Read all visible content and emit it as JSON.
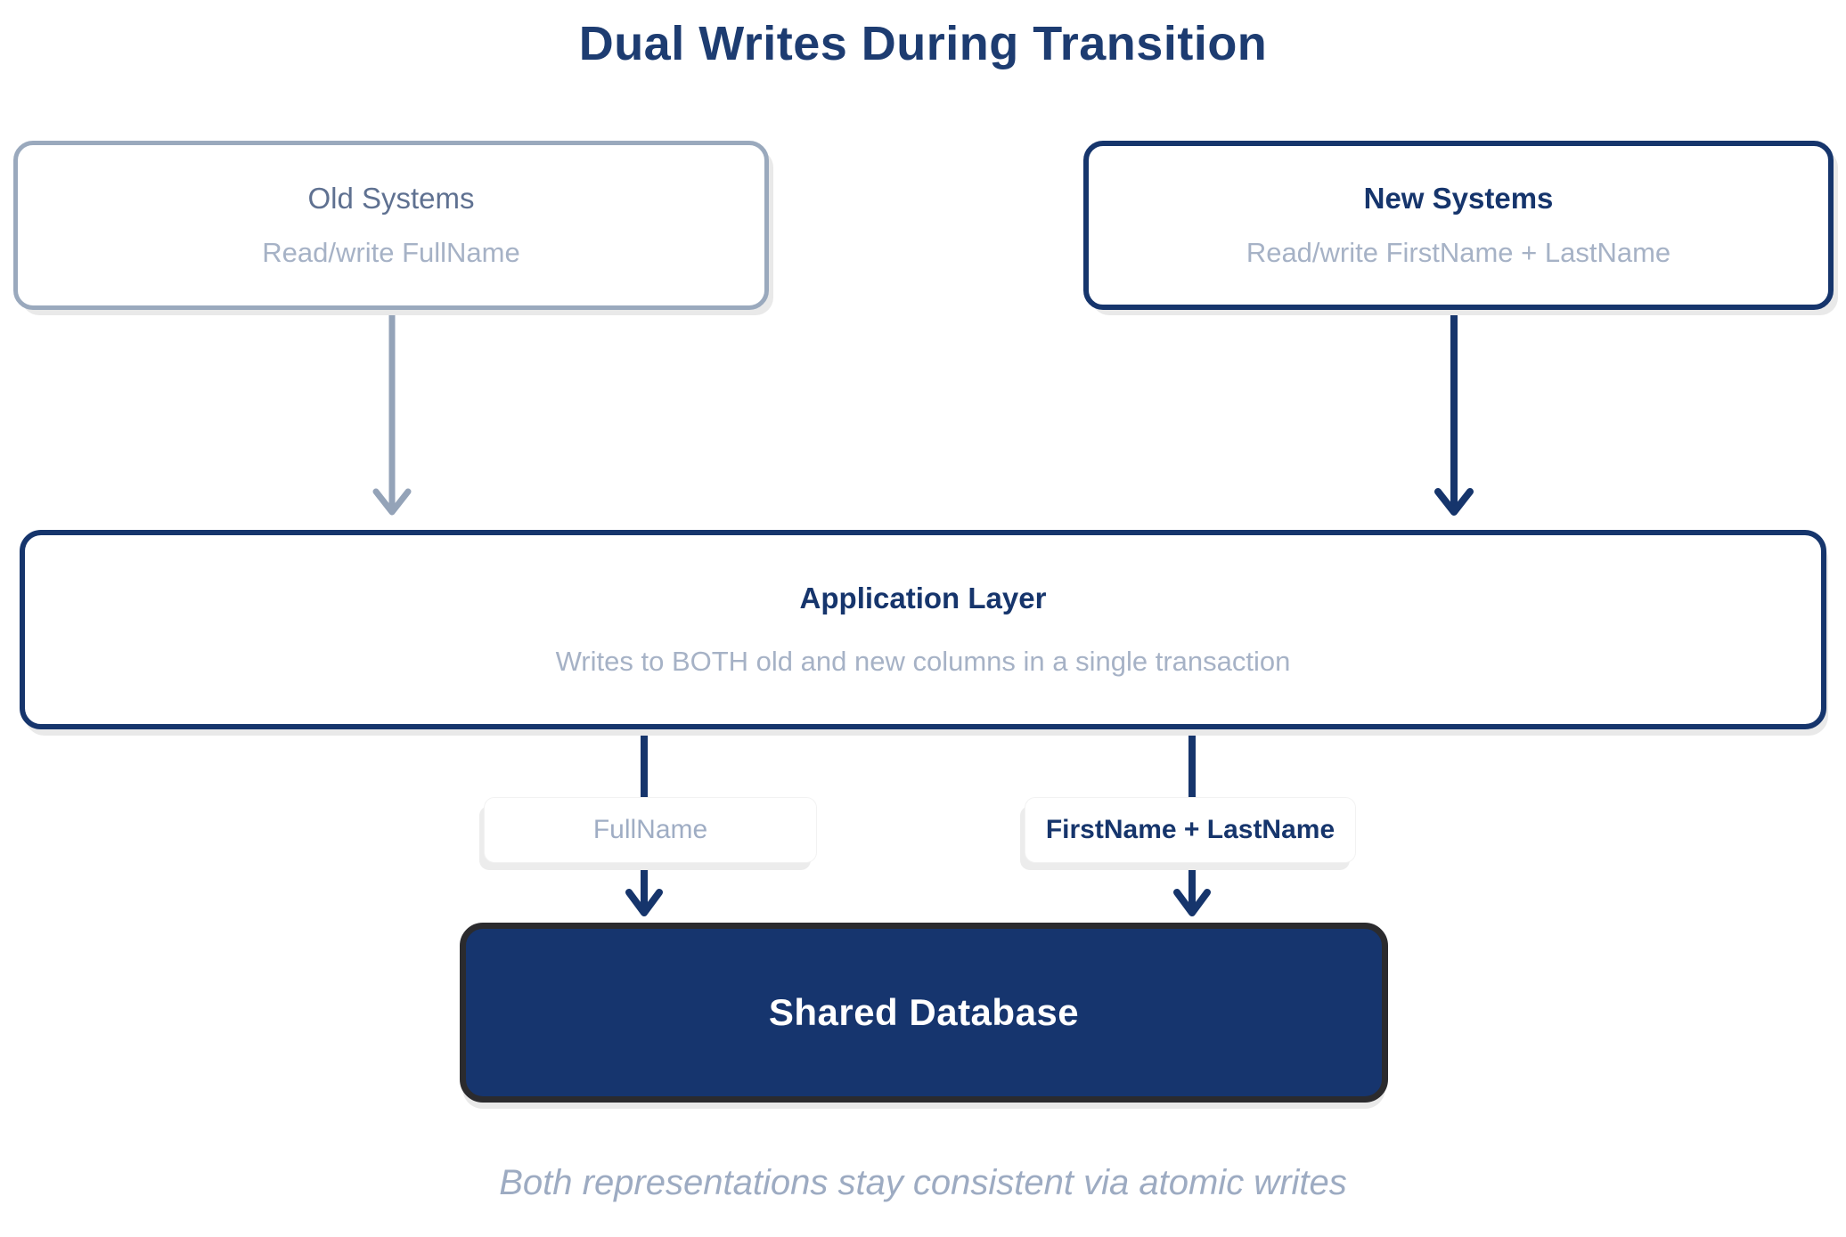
{
  "title": "Dual Writes During Transition",
  "nodes": {
    "old_systems": {
      "title": "Old Systems",
      "subtitle": "Read/write FullName"
    },
    "new_systems": {
      "title": "New Systems",
      "subtitle": "Read/write FirstName + LastName"
    },
    "application_layer": {
      "title": "Application Layer",
      "subtitle": "Writes to BOTH old and new columns in a single transaction"
    },
    "shared_database": {
      "title": "Shared Database"
    }
  },
  "edge_labels": {
    "left": "FullName",
    "right": "FirstName + LastName"
  },
  "caption": "Both representations stay consistent via atomic writes",
  "colors": {
    "navy": "#16356c",
    "title_text": "#1d3c71",
    "muted_arrow": "#94a3b8",
    "gray_border": "#9aa9bd",
    "slate_text": "#5f7191",
    "muted_text": "#a6b2c6",
    "label_muted_text": "#9fadc4",
    "db_fill": "#16356e",
    "db_border": "#2b2b2e",
    "caption_text": "#9dabc2"
  }
}
